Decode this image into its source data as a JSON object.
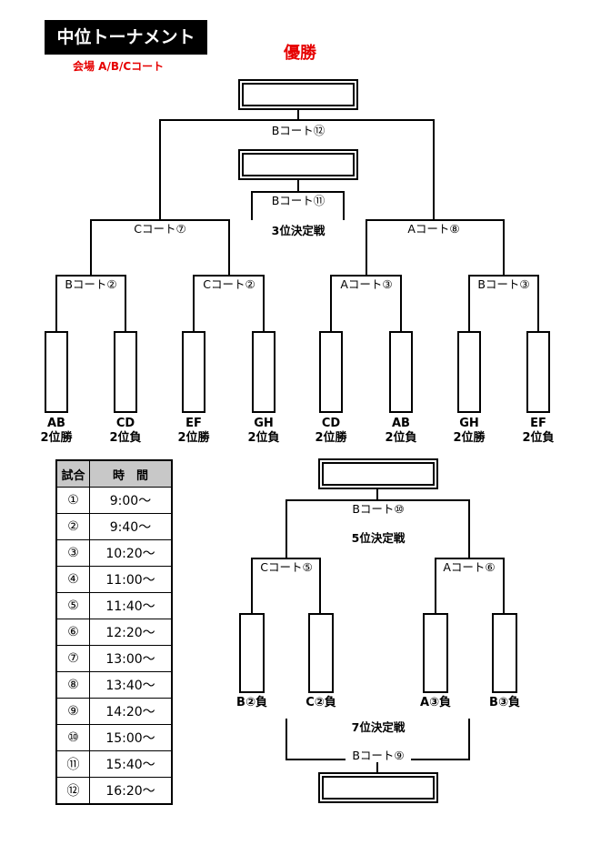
{
  "title": "中位トーナメント",
  "venue": "会場 A/B/Cコート",
  "champion_label": "優勝",
  "bracket_top": {
    "final": "Bコート⑫",
    "third_match": "Bコート⑪",
    "third_title": "3位決定戦",
    "semi_left": "Cコート⑦",
    "semi_right": "Aコート⑧",
    "qf": [
      "Bコート②",
      "Cコート②",
      "Aコート③",
      "Bコート③"
    ],
    "teams": [
      {
        "l1": "AB",
        "l2": "2位勝"
      },
      {
        "l1": "CD",
        "l2": "2位負"
      },
      {
        "l1": "EF",
        "l2": "2位勝"
      },
      {
        "l1": "GH",
        "l2": "2位負"
      },
      {
        "l1": "CD",
        "l2": "2位勝"
      },
      {
        "l1": "AB",
        "l2": "2位負"
      },
      {
        "l1": "GH",
        "l2": "2位勝"
      },
      {
        "l1": "EF",
        "l2": "2位負"
      }
    ]
  },
  "bracket_bottom": {
    "fifth_match": "Bコート⑩",
    "fifth_title": "5位決定戦",
    "left_match": "Cコート⑤",
    "right_match": "Aコート⑥",
    "teams": [
      "B②負",
      "C②負",
      "A③負",
      "B③負"
    ],
    "seventh_title": "7位決定戦",
    "seventh_match": "Bコート⑨"
  },
  "schedule": {
    "header_match": "試合",
    "header_time": "時　間",
    "rows": [
      {
        "no": "①",
        "time": "9:00～"
      },
      {
        "no": "②",
        "time": "9:40～"
      },
      {
        "no": "③",
        "time": "10:20～"
      },
      {
        "no": "④",
        "time": "11:00～"
      },
      {
        "no": "⑤",
        "time": "11:40～"
      },
      {
        "no": "⑥",
        "time": "12:20～"
      },
      {
        "no": "⑦",
        "time": "13:00～"
      },
      {
        "no": "⑧",
        "time": "13:40～"
      },
      {
        "no": "⑨",
        "time": "14:20～"
      },
      {
        "no": "⑩",
        "time": "15:00～"
      },
      {
        "no": "⑪",
        "time": "15:40～"
      },
      {
        "no": "⑫",
        "time": "16:20～"
      }
    ]
  }
}
